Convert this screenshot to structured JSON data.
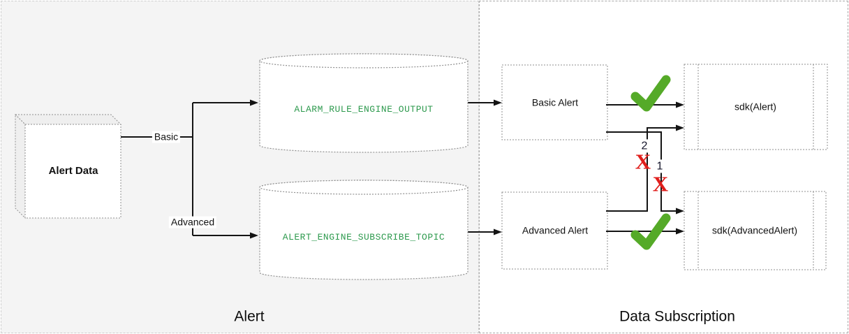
{
  "diagram": {
    "sections": {
      "alert": {
        "title": "Alert"
      },
      "data_subscription": {
        "title": "Data Subscription"
      }
    },
    "source": {
      "label": "Alert Data"
    },
    "branches": {
      "basic": "Basic",
      "advanced": "Advanced"
    },
    "topics": [
      {
        "name": "ALARM_RULE_ENGINE_OUTPUT"
      },
      {
        "name": "ALERT_ENGINE_SUBSCRIBE_TOPIC"
      }
    ],
    "alert_types": [
      {
        "label": "Basic Alert"
      },
      {
        "label": "Advanced Alert"
      }
    ],
    "sdks": [
      {
        "label": "sdk(Alert)"
      },
      {
        "label": "sdk(AdvancedAlert)"
      }
    ],
    "markers": {
      "invalid_glyph": "X",
      "invalid_order_basic_to_advanced_sdk": "1",
      "invalid_order_advanced_to_alert_sdk": "2"
    },
    "colors": {
      "left_panel_bg": "#f4f4f4",
      "right_panel_bg": "#ffffff",
      "topic_text": "#2e9a4e",
      "valid_check": "#55aa28",
      "invalid_x": "#e01f1c",
      "connector_line": "#141414",
      "shape_border": "#8f8f8f"
    }
  }
}
